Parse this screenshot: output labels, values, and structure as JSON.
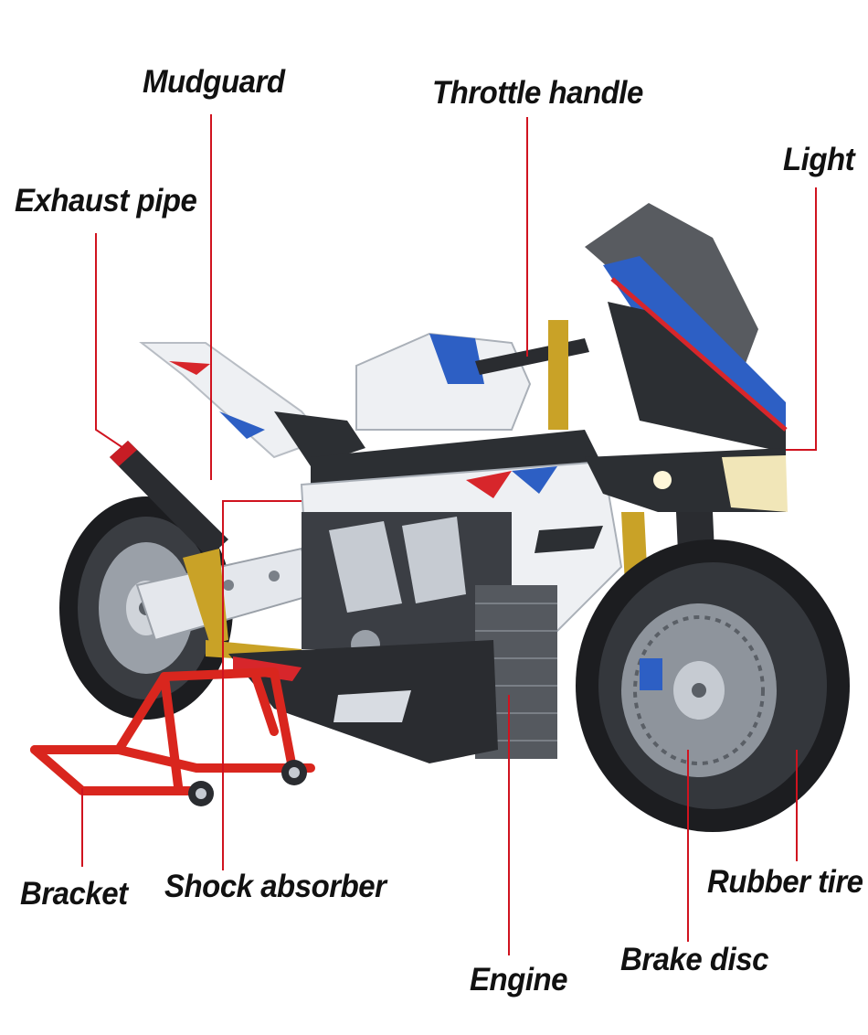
{
  "labels": {
    "mudguard": "Mudguard",
    "throttle_handle": "Throttle handle",
    "light": "Light",
    "exhaust_pipe": "Exhaust pipe",
    "bracket": "Bracket",
    "shock_absorber": "Shock absorber",
    "rubber_tire": "Rubber tire",
    "brake_disc": "Brake disc",
    "engine": "Engine"
  },
  "colors": {
    "leader_line": "#d0131f",
    "label_text": "#111111",
    "stand": "#d9261e",
    "fork_gold": "#c9a227",
    "body_white": "#eef0f3",
    "carbon": "#2c2f33",
    "accent_blue": "#2d5fc4",
    "accent_red": "#d7262b"
  },
  "icons": {
    "bracket": "paddock-stand",
    "bike": "motorcycle-model"
  }
}
